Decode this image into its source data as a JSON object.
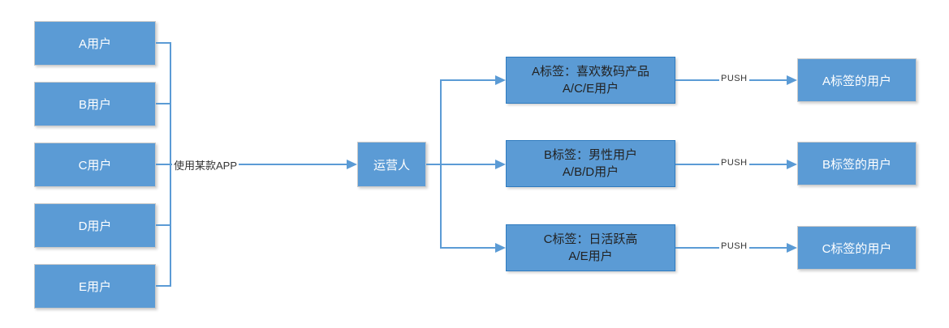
{
  "diagram": {
    "nodes": {
      "users": [
        {
          "label": "A用户"
        },
        {
          "label": "B用户"
        },
        {
          "label": "C用户"
        },
        {
          "label": "D用户"
        },
        {
          "label": "E用户"
        }
      ],
      "operator": {
        "label": "运营人"
      },
      "tags": [
        {
          "title": "A标签：喜欢数码产品",
          "subtitle": "A/C/E用户"
        },
        {
          "title": "B标签：男性用户",
          "subtitle": "A/B/D用户"
        },
        {
          "title": "C标签：日活跃高",
          "subtitle": "A/E用户"
        }
      ],
      "results": [
        {
          "label": "A标签的用户"
        },
        {
          "label": "B标签的用户"
        },
        {
          "label": "C标签的用户"
        }
      ]
    },
    "edges": {
      "app_label": "使用某款APP",
      "push_labels": [
        "PUSH",
        "PUSH",
        "PUSH"
      ]
    },
    "colors": {
      "box_fill": "#5b9bd5",
      "box_border_light": "#c9c9c9",
      "tag_border": "#2f7bbf",
      "connector": "#5b9bd5",
      "edge_label_text": "#333333",
      "box_text": "#ffffff",
      "tag_text": "#222222"
    }
  }
}
